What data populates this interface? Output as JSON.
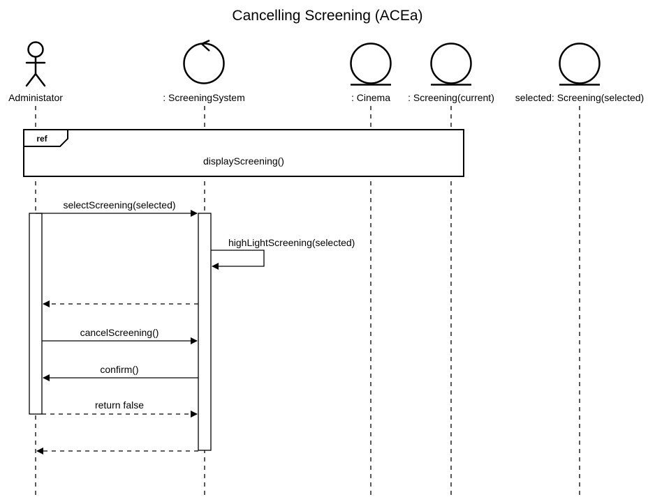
{
  "diagram": {
    "title": "Cancelling Screening (ACEa)",
    "participants": [
      {
        "id": "administator",
        "kind": "actor",
        "label": "Administator"
      },
      {
        "id": "screening-system",
        "kind": "control",
        "label": ": ScreeningSystem"
      },
      {
        "id": "cinema",
        "kind": "entity",
        "label": ": Cinema"
      },
      {
        "id": "screening-current",
        "kind": "entity",
        "label": ": Screening(current)"
      },
      {
        "id": "screening-selected",
        "kind": "entity",
        "label": "selected: Screening(selected)"
      }
    ],
    "ref_fragment": {
      "tag": "ref",
      "label": "displayScreening()"
    },
    "messages": [
      {
        "id": "select-screening",
        "label": "selectScreening(selected)",
        "from": "administator",
        "to": "screening-system",
        "style": "sync"
      },
      {
        "id": "highlight-screening",
        "label": "highLightScreening(selected)",
        "from": "screening-system",
        "to": "screening-system",
        "style": "self"
      },
      {
        "id": "return-1",
        "label": "",
        "from": "screening-system",
        "to": "administator",
        "style": "reply"
      },
      {
        "id": "cancel-screening",
        "label": "cancelScreening()",
        "from": "administator",
        "to": "screening-system",
        "style": "sync"
      },
      {
        "id": "confirm",
        "label": "confirm()",
        "from": "screening-system",
        "to": "administator",
        "style": "sync"
      },
      {
        "id": "return-false",
        "label": "return false",
        "from": "administator",
        "to": "screening-system",
        "style": "reply"
      },
      {
        "id": "return-2",
        "label": "",
        "from": "screening-system",
        "to": "administator",
        "style": "reply"
      }
    ]
  }
}
